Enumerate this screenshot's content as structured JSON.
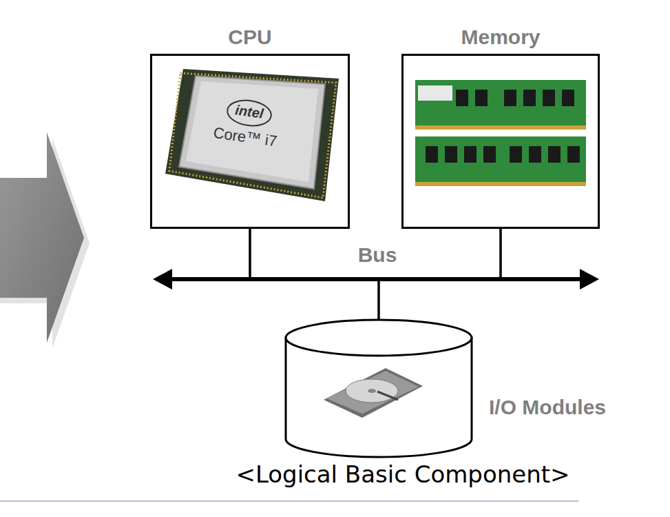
{
  "diagram": {
    "caption": "<Logical Basic Component>",
    "nodes": [
      {
        "text": [
          "CPU"
        ]
      },
      {
        "text": [
          "Memory"
        ]
      },
      {
        "text": [
          "I/O Modules"
        ]
      }
    ],
    "edges": [
      {
        "from": 0,
        "to": 1,
        "arrow": "none"
      },
      {
        "from": 0,
        "to": 2,
        "arrow": "none"
      },
      {
        "from": 1,
        "to": 2,
        "arrow": "none"
      }
    ],
    "labels": [
      "intel",
      "Core™ i7",
      "Bus"
    ]
  }
}
